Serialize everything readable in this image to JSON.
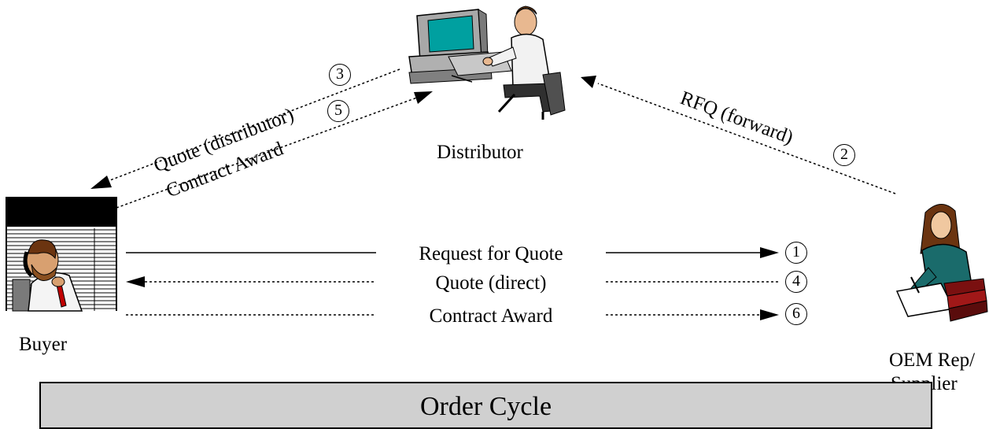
{
  "participants": {
    "distributor": "Distributor",
    "buyer": "Buyer",
    "oem_line1": "OEM Rep/",
    "oem_line2": "Supplier"
  },
  "flows": {
    "rfq": "Request for Quote",
    "quote_direct": "Quote (direct)",
    "contract_award_direct": "Contract Award",
    "quote_distributor": "Quote (distributor)",
    "contract_award_distributor": "Contract Award",
    "rfq_forward": "RFQ (forward)"
  },
  "steps": {
    "s1": "1",
    "s2": "2",
    "s3": "3",
    "s4": "4",
    "s5": "5",
    "s6": "6"
  },
  "banner": {
    "title": "Order Cycle"
  },
  "icons": {
    "distributor": "person-at-computer-icon",
    "buyer": "person-on-phone-icon",
    "oem": "person-writing-icon"
  },
  "colors": {
    "banner_bg": "#d0d0d0",
    "monitor_screen": "#00a0a0",
    "oem_shirt": "#1a6b6b"
  }
}
